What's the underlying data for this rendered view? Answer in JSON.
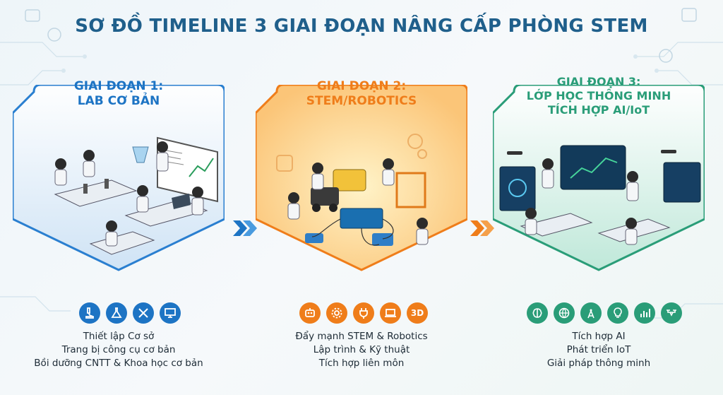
{
  "title": "SƠ ĐỒ TIMELINE 3 GIAI ĐOẠN NÂNG CẤP PHÒNG STEM",
  "colors": {
    "title": "#1f5f8b",
    "stage1": "#1d74c4",
    "stage2": "#ef7d1a",
    "stage3": "#2a9d78"
  },
  "stages": [
    {
      "title_line1": "GIAI ĐOẠN 1:",
      "title_line2": "LAB CƠ BẢN",
      "icons": [
        "microscope-icon",
        "flask-icon",
        "tools-icon",
        "monitor-icon"
      ],
      "features": [
        "Thiết lập Cơ sở",
        "Trang bị công cụ cơ bản",
        "Bồi dưỡng CNTT & Khoa học cơ bản"
      ]
    },
    {
      "title_line1": "GIAI ĐOẠN 2:",
      "title_line2": "STEM/ROBOTICS",
      "icons": [
        "robot-icon",
        "gear-icon",
        "plug-icon",
        "laptop-icon"
      ],
      "icon_3d_label": "3D",
      "features": [
        "Đẩy mạnh STEM & Robotics",
        "Lập trình & Kỹ thuật",
        "Tích hợp liên môn"
      ]
    },
    {
      "title_line1": "GIAI ĐOẠN 3:",
      "title_line2": "LỚP HỌC THÔNG MINH",
      "title_line3": "TÍCH HỢP AI/IoT",
      "icons": [
        "brain-icon",
        "globe-icon",
        "antenna-icon",
        "lightbulb-icon",
        "chart-icon",
        "drone-icon"
      ],
      "features": [
        "Tích hợp AI",
        "Phát triển IoT",
        "Giải pháp thông minh"
      ]
    }
  ]
}
